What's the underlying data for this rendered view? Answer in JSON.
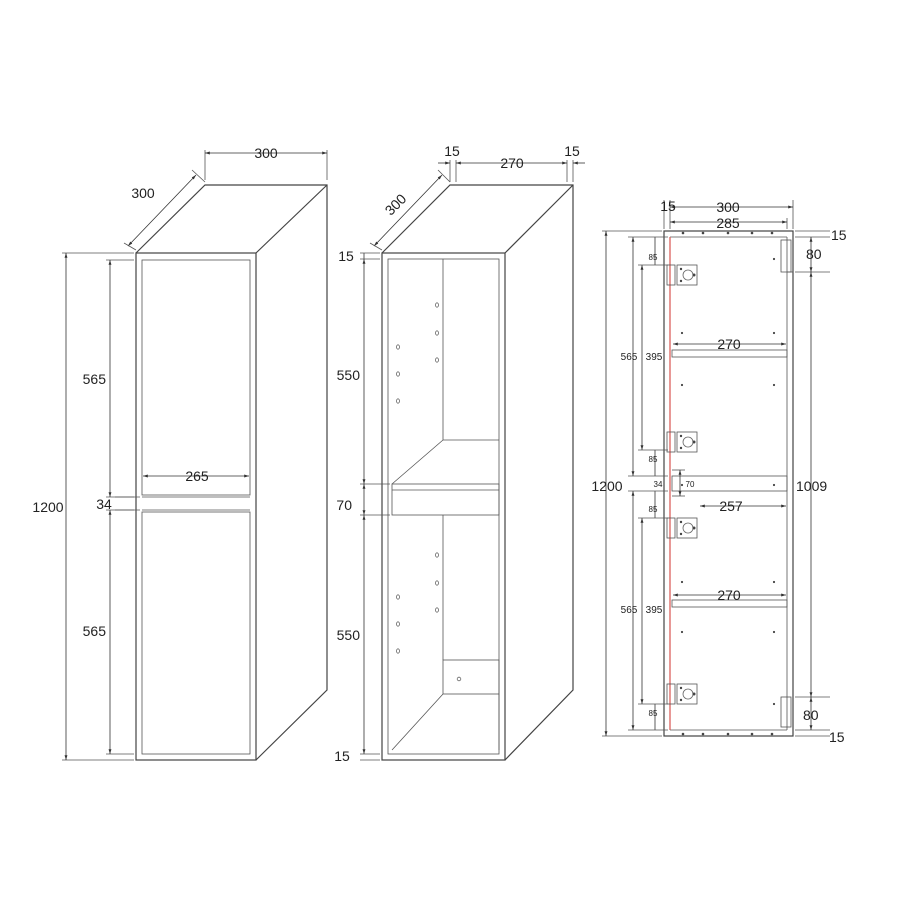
{
  "front_view": {
    "width": "300",
    "depth": "300",
    "height": "1200",
    "door_upper": "565",
    "door_lower": "565",
    "rail_height": "34",
    "inner_width": "265"
  },
  "open_view": {
    "side_left": "15",
    "inner_width": "270",
    "side_right": "15",
    "depth": "300",
    "top_panel": "15",
    "compartment_upper": "550",
    "drawer_height": "70",
    "compartment_lower": "550",
    "bottom_panel": "15"
  },
  "section_view": {
    "width": "300",
    "panel": "15",
    "inner_depth": "285",
    "height": "1200",
    "inner_height": "1009",
    "top_offset": "15",
    "top_bracket": "80",
    "bottom_bracket": "80",
    "bottom_offset": "15",
    "shelf_upper": "270",
    "shelf_lower": "270",
    "middle_shelf": "257",
    "upper_span": "565",
    "upper_hinge_span": "395",
    "lower_span": "565",
    "lower_hinge_span": "395",
    "hinge_offset_1": "85",
    "hinge_offset_2": "85",
    "hinge_offset_3": "85",
    "hinge_offset_4": "85",
    "rail": "34",
    "drawer": "70"
  },
  "colors": {
    "line": "#444444",
    "accent_red": "#d9534f",
    "background": "#ffffff"
  }
}
